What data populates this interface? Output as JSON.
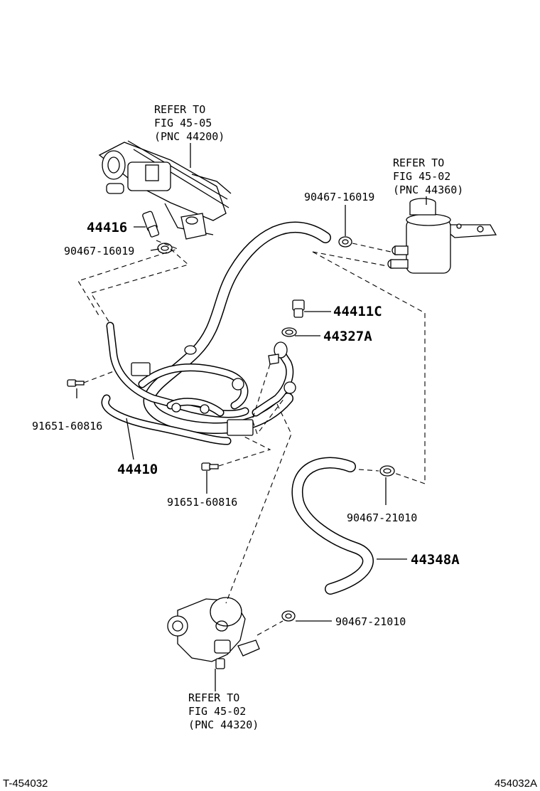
{
  "refs": {
    "top_left": [
      "REFER TO",
      "FIG 45-05",
      "(PNC 44200)"
    ],
    "top_right": [
      "REFER TO",
      "FIG 45-02",
      "(PNC 44360)"
    ],
    "bottom": [
      "REFER TO",
      "FIG 45-02",
      "(PNC 44320)"
    ]
  },
  "parts": {
    "p44416": "44416",
    "p90467_16019_left": "90467-16019",
    "p90467_16019_right": "90467-16019",
    "p44411C": "44411C",
    "p44327A": "44327A",
    "p91651_60816_left": "91651-60816",
    "p91651_60816_bottom": "91651-60816",
    "p44410": "44410",
    "p90467_21010_upper": "90467-21010",
    "p44348A": "44348A",
    "p90467_21010_lower": "90467-21010"
  },
  "footer": {
    "left_code": "T-454032",
    "right_code": "454032A"
  }
}
